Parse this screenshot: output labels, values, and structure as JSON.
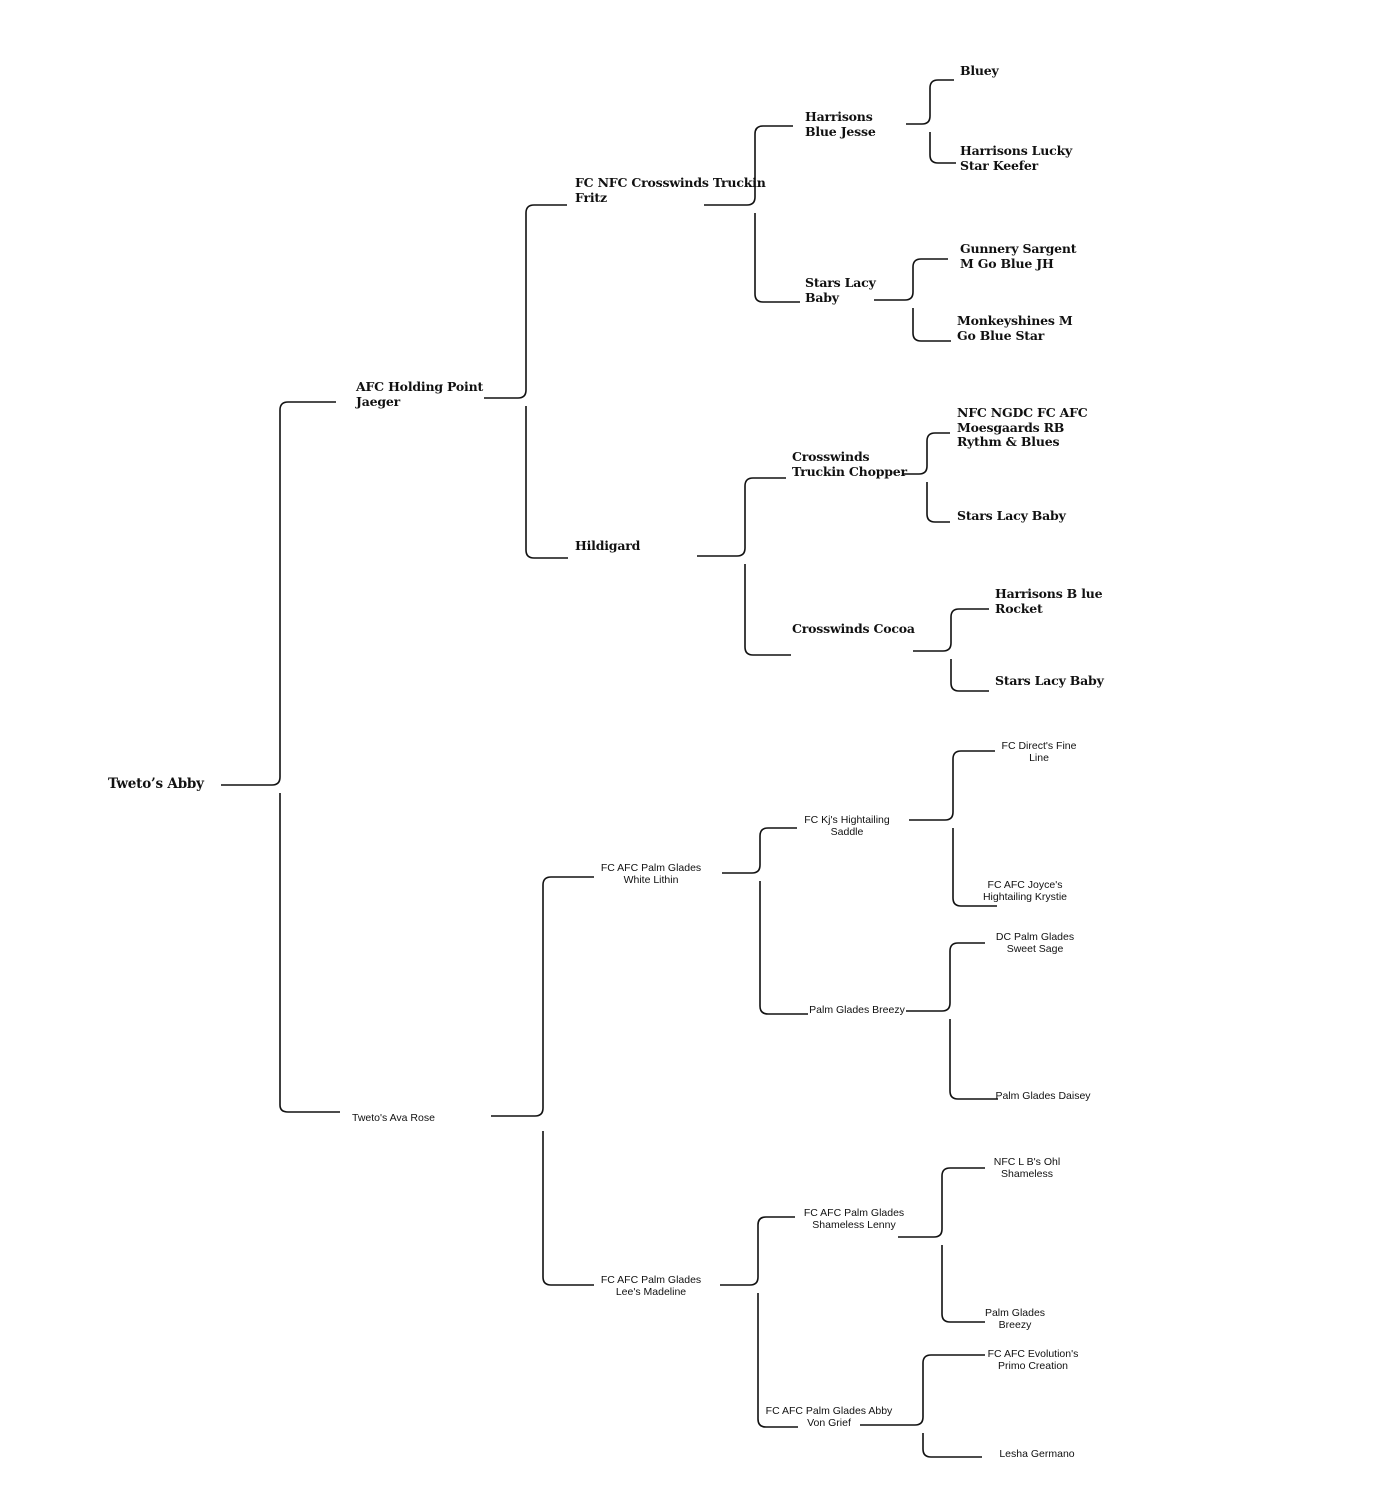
{
  "root": {
    "name": "Tweto’s Abby"
  },
  "sire": {
    "name": "AFC Holding Point\nJaeger",
    "sire": {
      "name": "FC NFC Crosswinds Truckin\nFritz",
      "sire": {
        "name": "Harrisons\nBlue Jesse",
        "sire": "Bluey",
        "dam": "Harrisons Lucky\nStar Keefer"
      },
      "dam": {
        "name": "Stars Lacy\nBaby",
        "sire": "Gunnery Sargent\nM Go Blue JH",
        "dam": "Monkeyshines M\nGo Blue Star"
      }
    },
    "dam": {
      "name": "Hildigard",
      "sire": {
        "name": "Crosswinds\nTruckin Chopper",
        "sire": "NFC NGDC FC AFC\nMoesgaards RB\nRythm & Blues",
        "dam": "Stars Lacy Baby"
      },
      "dam": {
        "name": "Crosswinds Cocoa",
        "sire": "Harrisons B lue\nRocket",
        "dam": "Stars Lacy Baby"
      }
    }
  },
  "dam": {
    "name": "Tweto's Ava Rose",
    "sire": {
      "name": "FC AFC Palm Glades\nWhite Lithin",
      "sire": {
        "name": "FC Kj's Hightailing\nSaddle",
        "sire": "FC Direct's Fine\nLine",
        "dam": "FC AFC Joyce's\nHightailing Krystie"
      },
      "dam": {
        "name": "Palm Glades Breezy",
        "sire": "DC Palm Glades\nSweet Sage",
        "dam": "Palm Glades Daisey"
      }
    },
    "dam": {
      "name": "FC AFC Palm Glades\nLee's Madeline",
      "sire": {
        "name": "FC AFC Palm Glades\nShameless Lenny",
        "sire": "NFC L B's Ohl\nShameless",
        "dam": "Palm Glades\nBreezy"
      },
      "dam": {
        "name": "FC AFC Palm Glades Abby\nVon Grief",
        "sire": "FC AFC Evolution's\nPrimo Creation",
        "dam": "Lesha Germano"
      }
    }
  }
}
